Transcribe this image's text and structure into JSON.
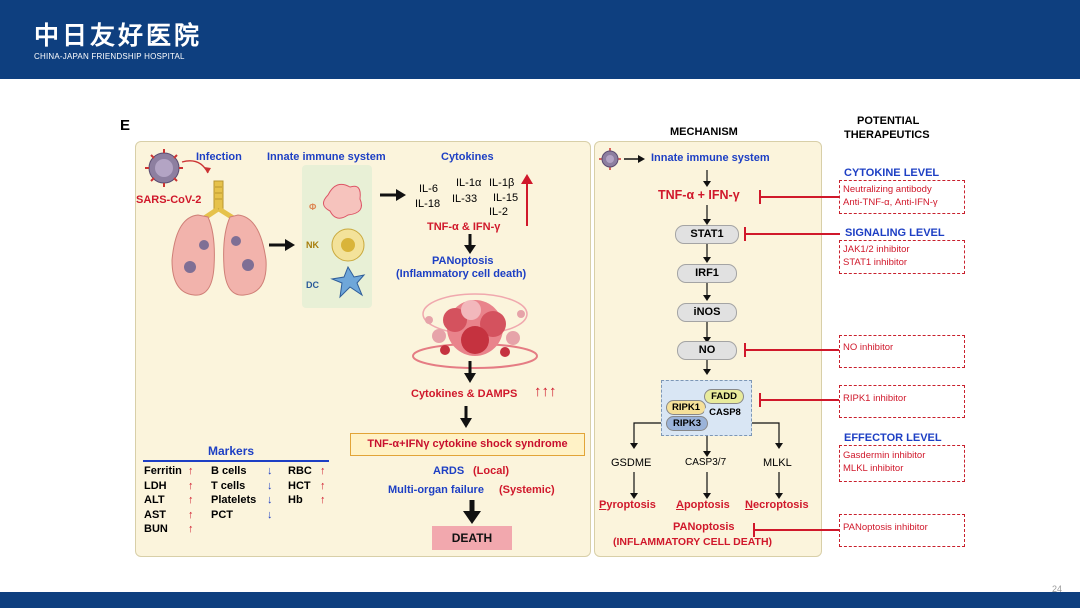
{
  "header": {
    "logo_cn": "中日友好医院",
    "logo_en": "CHINA-JAPAN FRIENDSHIP HOSPITAL"
  },
  "page_number": "24",
  "figure": {
    "label": "E",
    "left": {
      "infection": "Infection",
      "innate": "Innate immune system",
      "cytokines": "Cytokines",
      "virus": "SARS-CoV-2",
      "cells": {
        "phi": "Φ",
        "nk": "NK",
        "dc": "DC"
      },
      "cyto_list": {
        "il6": "IL-6",
        "il18": "IL-18",
        "il1a": "IL-1α",
        "il33": "IL-33",
        "il1b": "IL-1β",
        "il15": "IL-15",
        "il2": "IL-2"
      },
      "tnf": "TNF-α & IFN-γ",
      "panoptosis": "PANoptosis",
      "inflam": "(Inflammatory cell death)",
      "damps": "Cytokines & DAMPS",
      "damps_arrows": "↑↑↑",
      "shock": "TNF-α+IFNγ cytokine shock syndrome",
      "ards": "ARDS",
      "local": "(Local)",
      "multi": "Multi-organ failure",
      "systemic": "(Systemic)",
      "death": "DEATH",
      "markers_title": "Markers",
      "markers_col1": [
        {
          "name": "Ferritin",
          "arrow": "↑"
        },
        {
          "name": "LDH",
          "arrow": "↑"
        },
        {
          "name": "ALT",
          "arrow": "↑"
        },
        {
          "name": "AST",
          "arrow": "↑"
        },
        {
          "name": "BUN",
          "arrow": "↑"
        }
      ],
      "markers_col2": [
        {
          "name": "B cells",
          "arrow": "↓"
        },
        {
          "name": "T cells",
          "arrow": "↓"
        },
        {
          "name": "Platelets",
          "arrow": "↓"
        },
        {
          "name": "PCT",
          "arrow": "↓"
        }
      ],
      "markers_col3": [
        {
          "name": "RBC",
          "arrow": "↑"
        },
        {
          "name": "HCT",
          "arrow": "↑"
        },
        {
          "name": "Hb",
          "arrow": "↑"
        }
      ]
    },
    "mechanism": {
      "title": "MECHANISM",
      "innate": "Innate immune system",
      "tnf_ifn": "TNF-α + IFN-γ",
      "stat1": "STAT1",
      "irf1": "IRF1",
      "inos": "iNOS",
      "no": "NO",
      "fadd": "FADD",
      "ripk1": "RIPK1",
      "casp8": "CASP8",
      "ripk3": "RIPK3",
      "gsdme": "GSDME",
      "casp37": "CASP3/7",
      "mlkl": "MLKL",
      "pyro_first": "P",
      "pyro_rest": "yroptosis",
      "apo_first": "A",
      "apo_rest": "poptosis",
      "necro_first": "N",
      "necro_rest": "ecroptosis",
      "panoptosis": "PANoptosis",
      "inflam": "(INFLAMMATORY CELL DEATH)"
    },
    "therapeutics": {
      "title_line1": "POTENTIAL",
      "title_line2": "THERAPEUTICS",
      "cytokine_level": "CYTOKINE LEVEL",
      "cytokine_item1": "Neutralizing antibody",
      "cytokine_item2": "Anti-TNF-α, Anti-IFN-γ",
      "signaling_level": "SIGNALING LEVEL",
      "signaling_item1": "JAK1/2 inhibitor",
      "signaling_item2": "STAT1 inhibitor",
      "no_inhibitor": "NO inhibitor",
      "ripk1_inhibitor": "RIPK1 inhibitor",
      "effector_level": "EFFECTOR LEVEL",
      "effector_item1": "Gasdermin inhibitor",
      "effector_item2": "MLKL inhibitor",
      "panoptosis_inhibitor": "PANoptosis inhibitor"
    }
  },
  "colors": {
    "header_blue": "#0e3f7f",
    "panel_bg": "#fbf4dc",
    "red": "#d0182b",
    "blue": "#1d3fc4"
  }
}
